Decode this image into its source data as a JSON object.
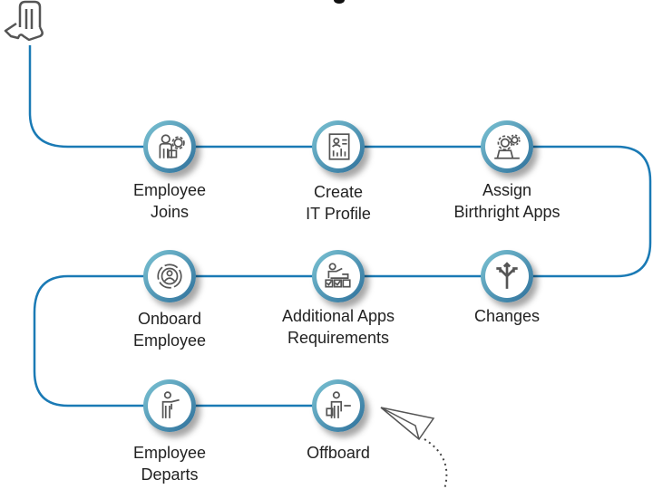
{
  "colors": {
    "line": "#1a7ab5",
    "icon": "#555555"
  },
  "steps": [
    {
      "label1": "Employee",
      "label2": "Joins",
      "icon": "person-gear-icon"
    },
    {
      "label1": "Create",
      "label2": "IT Profile",
      "icon": "profile-document-icon"
    },
    {
      "label1": "Assign",
      "label2": "Birthright Apps",
      "icon": "apps-gear-icon"
    },
    {
      "label1": "Changes",
      "label2": "",
      "icon": "split-arrows-icon"
    },
    {
      "label1": "Additional Apps",
      "label2": "Requirements",
      "icon": "checklist-person-icon"
    },
    {
      "label1": "Onboard",
      "label2": "Employee",
      "icon": "person-cycle-icon"
    },
    {
      "label1": "Employee",
      "label2": "Departs",
      "icon": "person-pointing-icon"
    },
    {
      "label1": "Offboard",
      "label2": "",
      "icon": "person-exit-icon"
    }
  ]
}
